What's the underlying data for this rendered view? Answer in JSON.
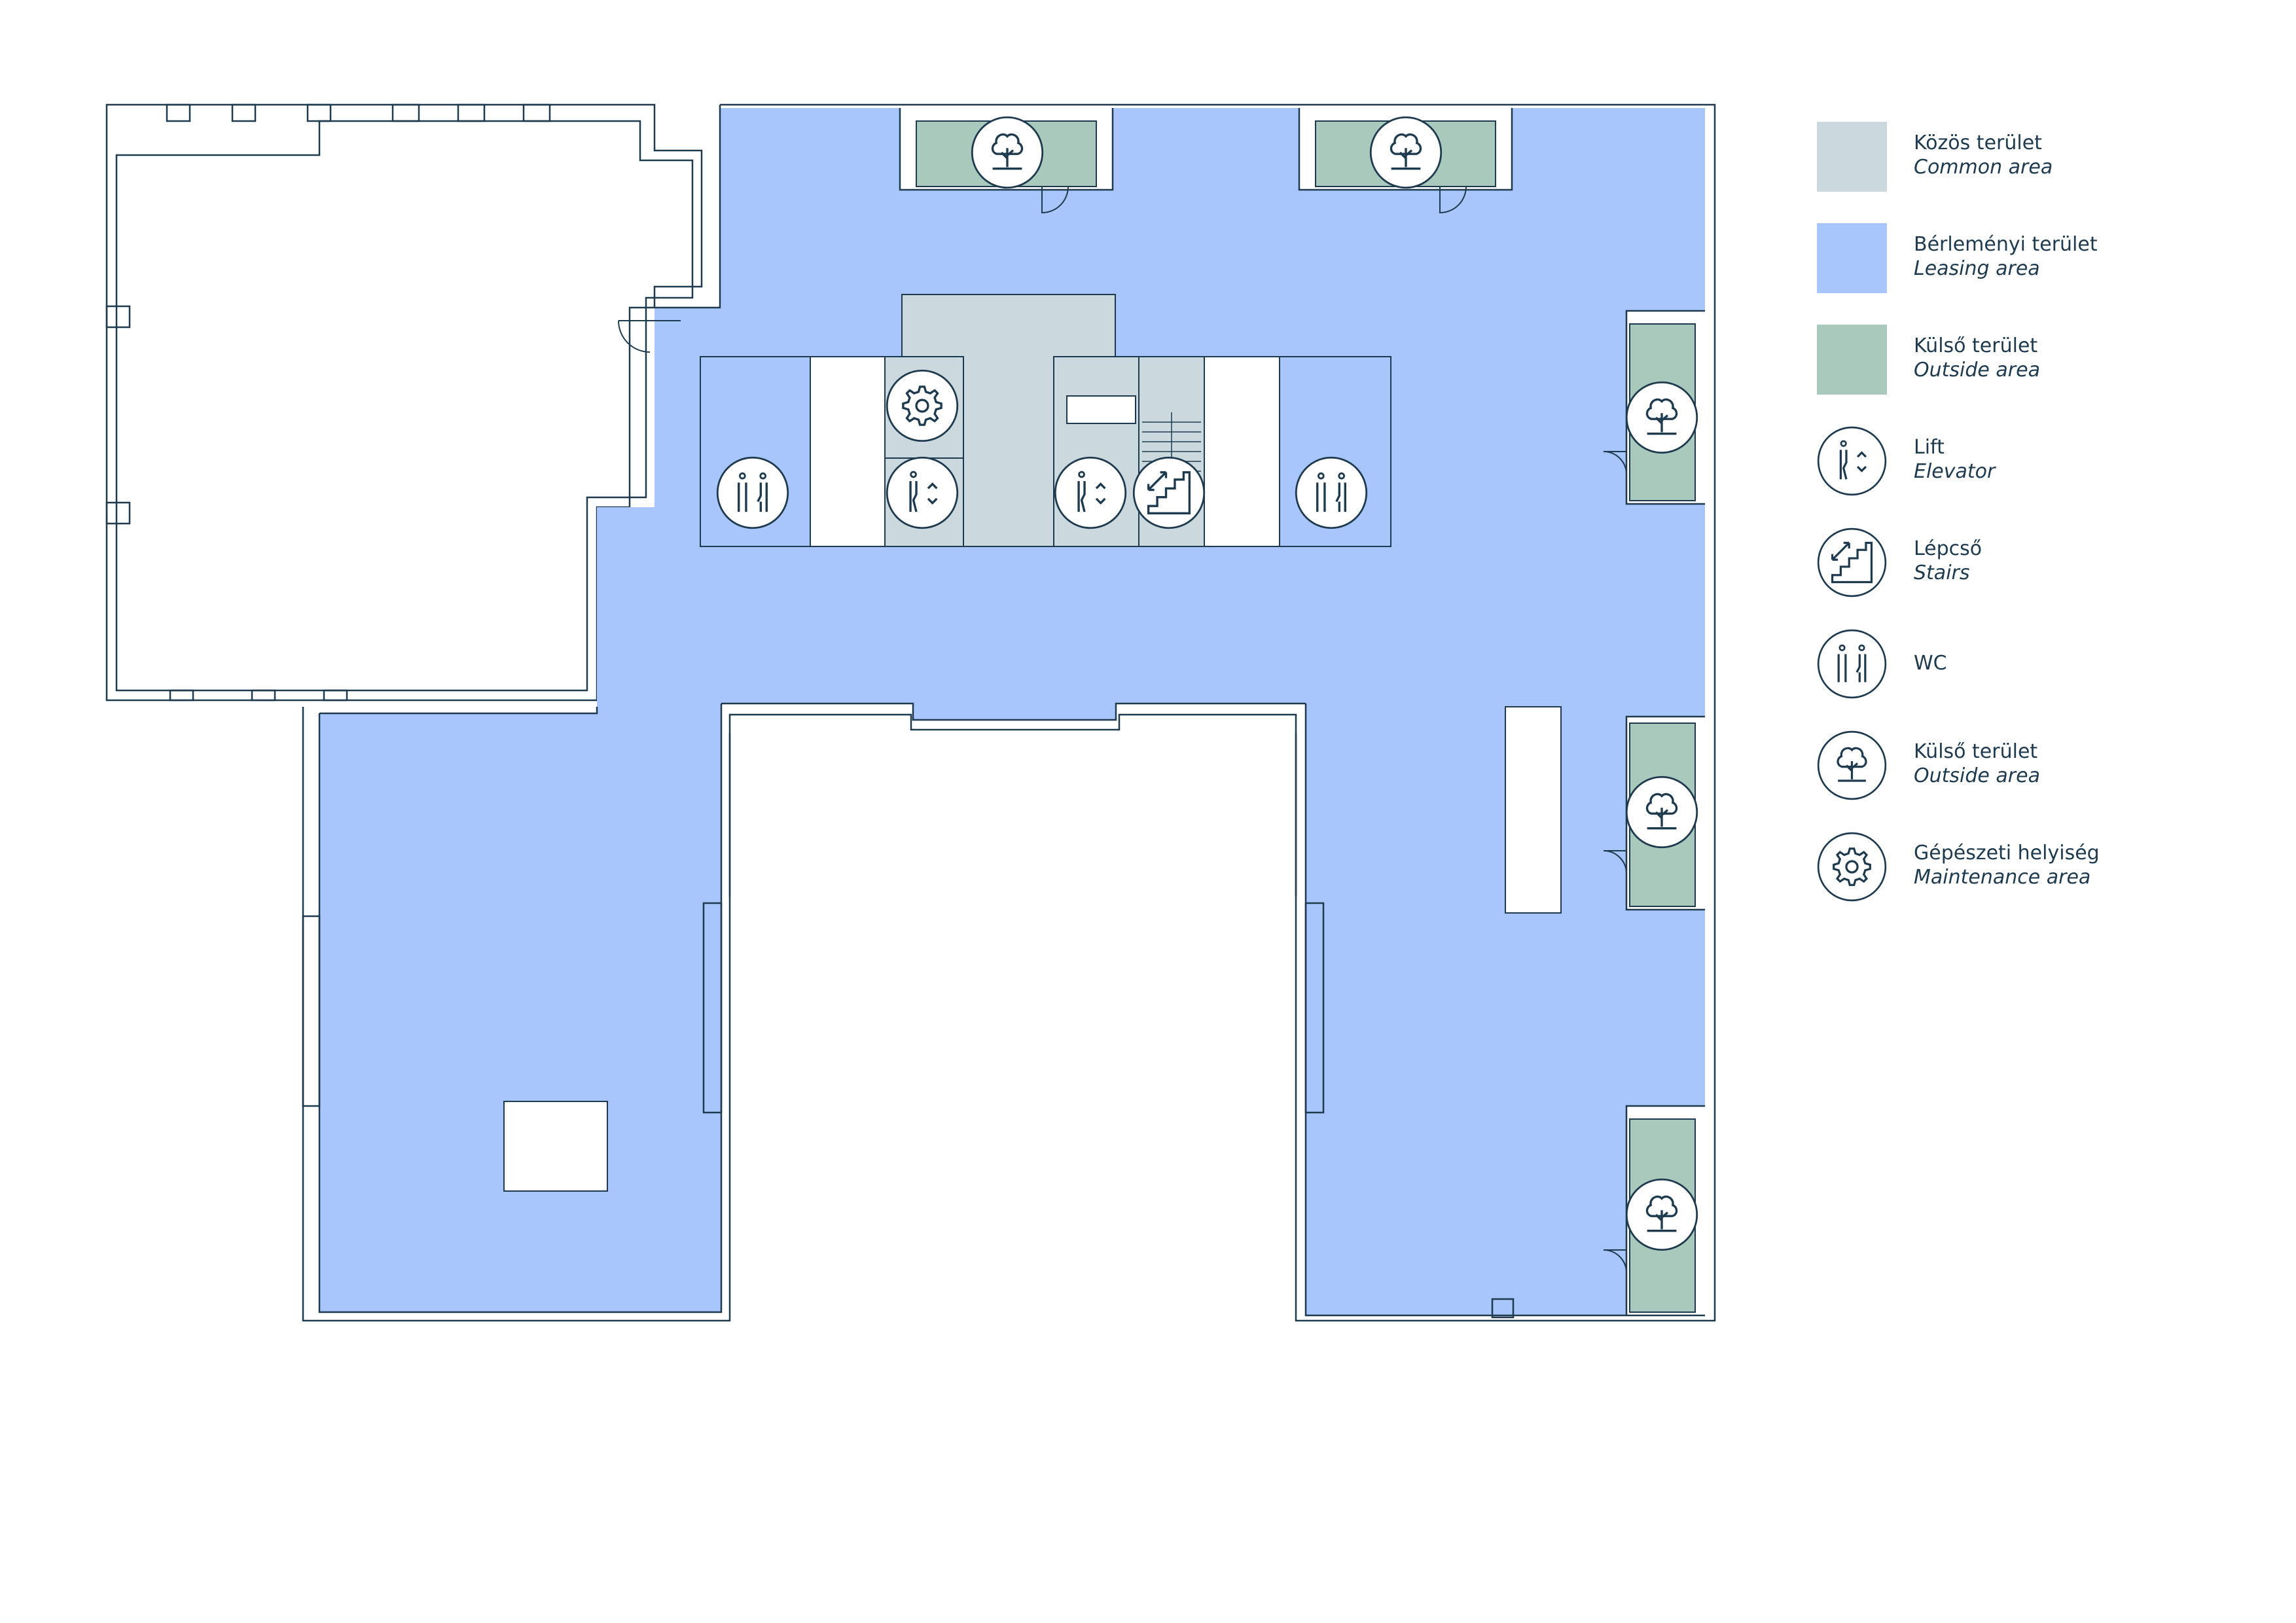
{
  "legend": {
    "items": [
      {
        "kind": "swatch",
        "color": "#cbd8de",
        "label_hu": "Közös terület",
        "label_en": "Common area"
      },
      {
        "kind": "swatch",
        "color": "#a8c6fb",
        "label_hu": "Bérleményi terület",
        "label_en": "Leasing area"
      },
      {
        "kind": "swatch",
        "color": "#a9c9bc",
        "label_hu": "Külső terület",
        "label_en": "Outside area"
      },
      {
        "kind": "icon",
        "icon": "elevator-icon",
        "label_hu": "Lift",
        "label_en": "Elevator"
      },
      {
        "kind": "icon",
        "icon": "stairs-icon",
        "label_hu": "Lépcső",
        "label_en": "Stairs"
      },
      {
        "kind": "icon",
        "icon": "wc-icon",
        "label_hu": "WC",
        "label_en": ""
      },
      {
        "kind": "icon",
        "icon": "tree-icon",
        "label_hu": "Külső terület",
        "label_en": "Outside area"
      },
      {
        "kind": "icon",
        "icon": "gear-icon",
        "label_hu": "Gépészeti helyiség",
        "label_en": "Maintenance area"
      }
    ]
  },
  "colors": {
    "common": "#cbd8de",
    "leasing": "#a8c6fb",
    "outside": "#a9c9bc",
    "line": "#1e3a4f",
    "wall": "#ffffff"
  }
}
